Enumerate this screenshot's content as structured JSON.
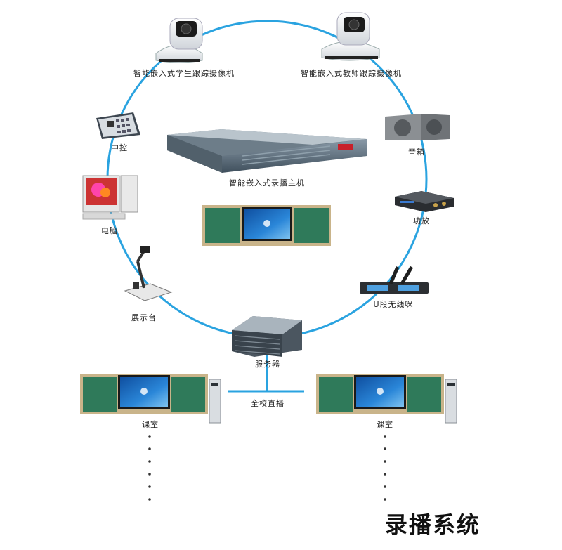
{
  "title": "录播系统",
  "labels": {
    "student_camera": "智能嵌入式学生跟踪摄像机",
    "teacher_camera": "智能嵌入式教师跟踪摄像机",
    "central_control": "中控",
    "speaker": "音箱",
    "recording_host": "智能嵌入式录播主机",
    "computer": "电脑",
    "amplifier": "功放",
    "document_camera": "展示台",
    "wireless_mic": "U段无线咪",
    "server": "服务器",
    "campus_live": "全校直播",
    "classroom_left": "课室",
    "classroom_right": "课室"
  },
  "colors": {
    "ring": "#2aa3e0",
    "board_green": "#2f7a5a",
    "frame_tan": "#c9b48a",
    "screen_blue": "#1f6fc4"
  }
}
